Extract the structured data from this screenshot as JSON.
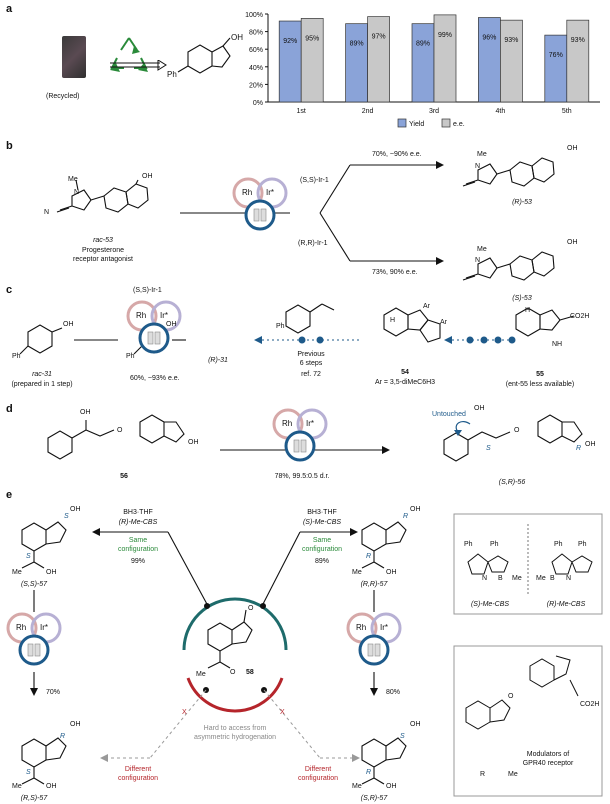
{
  "panels": {
    "a": "a",
    "b": "b",
    "c": "c",
    "d": "d",
    "e": "e"
  },
  "panel_a": {
    "recycled": "(Recycled)",
    "oh": "OH",
    "ph": "Ph"
  },
  "chart_data": {
    "type": "bar",
    "categories": [
      "1st",
      "2nd",
      "3rd",
      "4th",
      "5th"
    ],
    "series": [
      {
        "name": "Yield",
        "values": [
          92,
          89,
          89,
          96,
          76
        ],
        "color": "#8aa3d8"
      },
      {
        "name": "e.e.",
        "values": [
          95,
          97,
          99,
          93,
          93
        ],
        "color": "#c8c8c8"
      }
    ],
    "data_labels": {
      "Yield": [
        "92%",
        "89%",
        "89%",
        "96%",
        "76%"
      ],
      "e.e.": [
        "95%",
        "97%",
        "99%",
        "93%",
        "93%"
      ]
    },
    "yticks": [
      "0%",
      "20%",
      "40%",
      "60%",
      "80%",
      "100%"
    ],
    "ylim": [
      0,
      100
    ],
    "legend_position": "bottom"
  },
  "panel_b": {
    "me": "Me",
    "n": "N",
    "oh": "OH",
    "rac53_label": "rac-53",
    "rac53_desc1": "Progesterone",
    "rac53_desc2": "receptor antagonist",
    "rh": "Rh",
    "ir": "Ir*",
    "ss_cat": "(S,S)-Ir-1",
    "rr_cat": "(R,R)-Ir-1",
    "top_cond": "70%, ~90% e.e.",
    "bot_cond": "73%, 90% e.e.",
    "r53": "(R)-53",
    "s53": "(S)-53"
  },
  "panel_c": {
    "ph": "Ph",
    "oh": "OH",
    "rac31": "rac-31",
    "rac31_desc": "(prepared in 1 step)",
    "cat": "(S,S)-Ir-1",
    "rh": "Rh",
    "ir": "Ir*",
    "cond": "60%, ~93% e.e.",
    "r31": "(R)-31",
    "prev1": "Previous",
    "prev2": "6 steps",
    "prev3": "ref. 72",
    "c54": "54",
    "ar_def": "Ar = 3,5-diMeC6H3",
    "c55": "55",
    "c55_desc": "(ent-55 less available)",
    "co2h": "CO2H",
    "nh": "NH",
    "ar": "Ar",
    "h": "H"
  },
  "panel_d": {
    "oh": "OH",
    "o": "O",
    "c56": "56",
    "rh": "Rh",
    "ir": "Ir*",
    "cond": "78%, 99.5:0.5 d.r.",
    "untouched": "Untouched",
    "s": "S",
    "r": "R",
    "srs6": "(S,R)-56"
  },
  "panel_e": {
    "left_reag1": "BH3·THF",
    "left_reag2": "(R)-Me-CBS",
    "left_same1": "Same",
    "left_same2": "configuration",
    "left_yield": "99%",
    "right_reag1": "BH3·THF",
    "right_reag2": "(S)-Me-CBS",
    "right_same1": "Same",
    "right_same2": "configuration",
    "right_yield": "89%",
    "ss57": "(S,S)-57",
    "rr57": "(R,R)-57",
    "rs57": "(R,S)-57",
    "sr57": "(S,R)-57",
    "c58": "58",
    "me": "Me",
    "o": "O",
    "oh": "OH",
    "s": "S",
    "r": "R",
    "left_yield2": "70%",
    "right_yield2": "80%",
    "hard1": "Hard to access from",
    "hard2": "asymmetric hydrogenation",
    "x": "X",
    "diff1": "Different",
    "diff2": "configuration",
    "rh": "Rh",
    "ir": "Ir*",
    "cbs_s": "(S)-Me-CBS",
    "cbs_r": "(R)-Me-CBS",
    "ph": "Ph",
    "n": "N",
    "b": "B",
    "mod1": "Modulators of",
    "mod2": "GPR40 receptor",
    "co2h": "CO2H"
  }
}
